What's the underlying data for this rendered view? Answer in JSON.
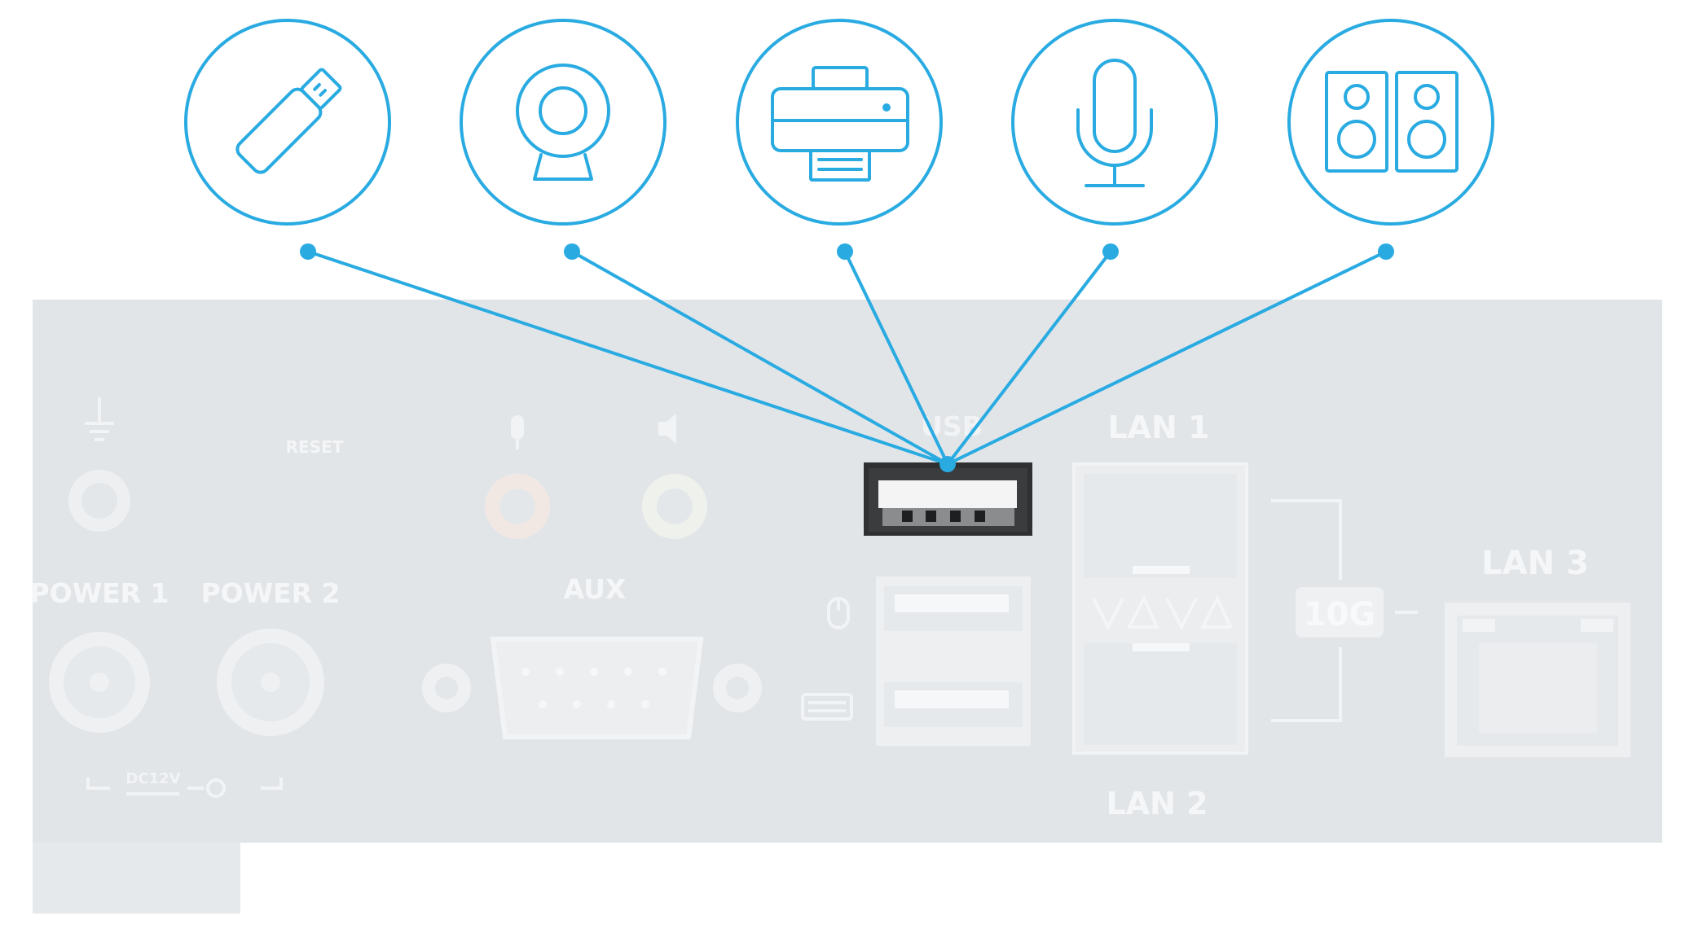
{
  "colors": {
    "accent": "#29ABE2",
    "panel": "#E3E6E9",
    "panel_text": "#F5F6F7",
    "background": "#FFFFFF"
  },
  "devices": [
    {
      "name": "usb-flash-drive-icon"
    },
    {
      "name": "webcam-icon"
    },
    {
      "name": "printer-icon"
    },
    {
      "name": "microphone-icon"
    },
    {
      "name": "speakers-icon"
    }
  ],
  "panel": {
    "reset_label": "RESET",
    "power1_label": "POWER 1",
    "power2_label": "POWER 2",
    "dc_label": "DC12V",
    "aux_label": "AUX",
    "usb_label": "USB",
    "lan1_label": "LAN 1",
    "lan2_label": "LAN 2",
    "lan3_label": "LAN 3",
    "tenG_label": "10G"
  }
}
